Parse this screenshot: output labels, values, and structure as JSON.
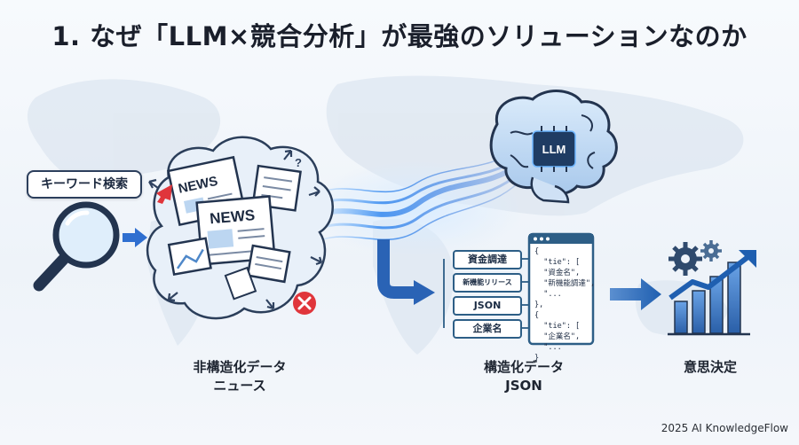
{
  "title": "1. なぜ「LLM×競合分析」が最強のソリューションなのか",
  "search_label": "キーワード検索",
  "news_text": "NEWS",
  "llm_label": "LLM",
  "fields": [
    "資金調達",
    "新機能リリース",
    "JSON",
    "企業名"
  ],
  "json_lines": [
    "{",
    "  \"tie\": [",
    "  \"資金名\",",
    "  \"新機能調達\",",
    "  \"...",
    "},",
    "{",
    "  \"tie\": [",
    "  \"企業名\",",
    "  \"..."
  ],
  "json_close": "}",
  "captions": {
    "unstructured_line1": "非構造化データ",
    "unstructured_line2": "ニュース",
    "structured_line1": "構造化データ",
    "structured_line2": "JSON",
    "decision": "意思決定"
  },
  "footer": "2025 AI KnowledgeFlow",
  "colors": {
    "accent_blue": "#2f6fd0",
    "navy": "#23344f",
    "error_red": "#e0353b",
    "light_blue": "#bcd6f1"
  }
}
